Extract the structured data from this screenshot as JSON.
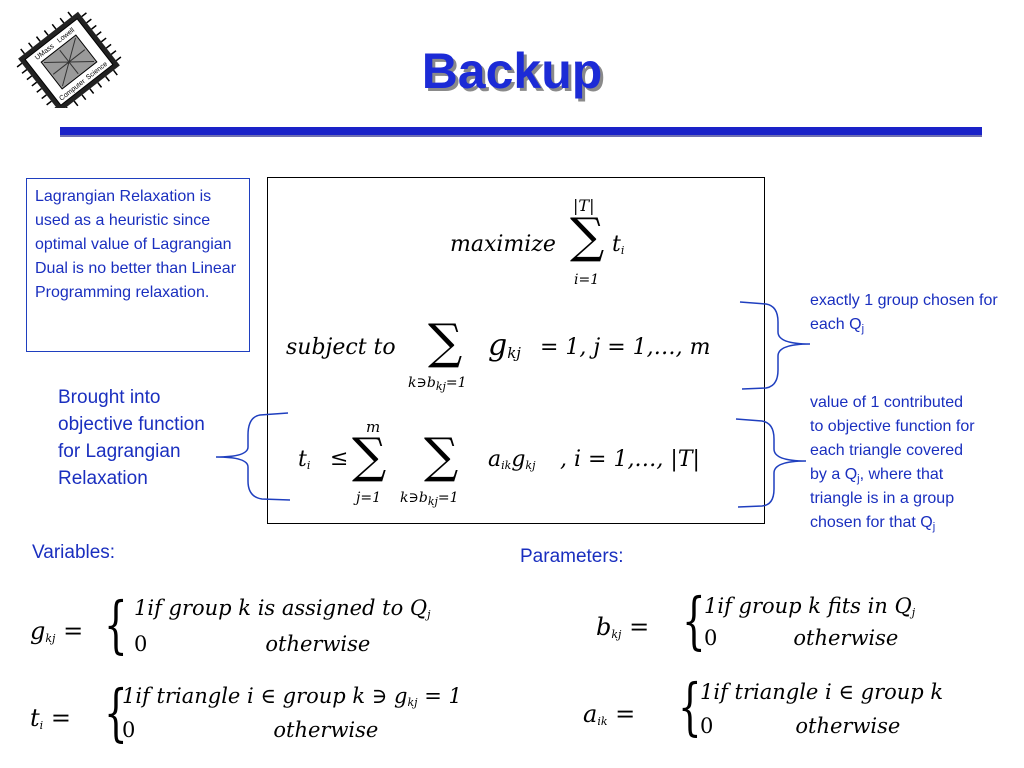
{
  "logo": {
    "line1": "UMass",
    "line2": "Lowell",
    "line3": "Computer",
    "line4": "Science"
  },
  "title": "Backup",
  "note_box": "Lagrangian Relaxation is used as a heuristic since optimal value of Lagrangian Dual is no better than Linear Programming relaxation.",
  "annotations": {
    "left_lines": [
      "Brought into",
      "objective function",
      "for Lagrangian",
      "Relaxation"
    ],
    "right_top_text": "exactly 1 group chosen for each Q",
    "right_top_sub": "j",
    "right_bottom_lines": [
      "value of 1 contributed",
      "to objective function for",
      "each triangle covered"
    ],
    "right_bottom_by": "by a Q",
    "right_bottom_by_sub": "j",
    "right_bottom_by_rest": ", where that",
    "right_bottom_line5": "triangle is in a group",
    "right_bottom_line6": "chosen for that Q",
    "right_bottom_line6_sub": "j"
  },
  "formulas": {
    "objective_word": "maximize",
    "objective_upper": "|T|",
    "objective_lower": "i=1",
    "objective_term": "t",
    "objective_term_sub": "i",
    "constraint1_word": "subject to",
    "constraint1_lower": "k∋b",
    "constraint1_lower_sub": "kj",
    "constraint1_lower_rest": "=1",
    "constraint1_g": "g",
    "constraint1_g_sub": "kj",
    "constraint1_rhs": "= 1, j = 1,…, m",
    "constraint2_lhs": "t",
    "constraint2_lhs_sub": "i",
    "constraint2_leq": "≤",
    "constraint2_sum1_upper": "m",
    "constraint2_sum1_lower": "j=1",
    "constraint2_sum2_lower": "k∋b",
    "constraint2_sum2_lower_sub": "kj",
    "constraint2_sum2_lower_rest": "=1",
    "constraint2_term": "a",
    "constraint2_term_sub1": "ik",
    "constraint2_term_g": "g",
    "constraint2_term_sub2": "kj",
    "constraint2_rhs": ", i = 1,…, |T|"
  },
  "variables": {
    "label": "Variables:",
    "g_lhs": "g",
    "g_lhs_sub": "kj",
    "g_eq": "=",
    "g_case1": "1if group k is assigned to Q",
    "g_case1_sub": "j",
    "g_case2_val": "0",
    "g_case2_text": "otherwise",
    "t_lhs": "t",
    "t_lhs_sub": "i",
    "t_eq": "=",
    "t_case1": "1if triangle i  ∈ group k  ∋ g",
    "t_case1_sub": "kj",
    "t_case1_rest": " = 1",
    "t_case2_val": "0",
    "t_case2_text": "otherwise"
  },
  "parameters": {
    "label": "Parameters:",
    "b_lhs": "b",
    "b_lhs_sub": "kj",
    "b_eq": "=",
    "b_case1": "1if group k fits in Q",
    "b_case1_sub": "j",
    "b_case2_val": "0",
    "b_case2_text": "otherwise",
    "a_lhs": "a",
    "a_lhs_sub": "ik",
    "a_eq": "=",
    "a_case1": "1if triangle i  ∈ group k",
    "a_case2_val": "0",
    "a_case2_text": "otherwise"
  }
}
